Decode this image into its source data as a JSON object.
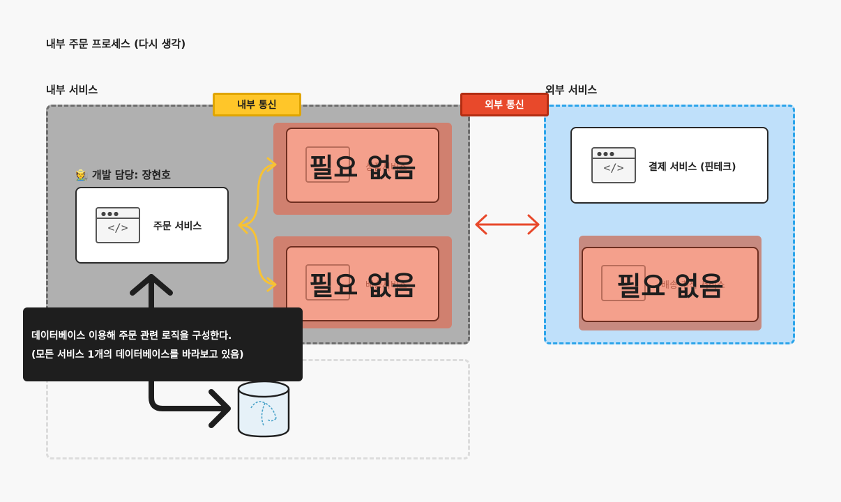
{
  "title": "내부 주문 프로세스 (다시 생각)",
  "internal_section": {
    "label": "내부 서비스",
    "tag": "내부 통신"
  },
  "external_section": {
    "label": "외부 서비스",
    "tag": "외부 통신"
  },
  "developer": {
    "emoji": "🧑‍🌾",
    "label": "개발 담당: 장현호"
  },
  "order_service": {
    "label": "주문 서비스",
    "icon": "code-window-icon"
  },
  "internal_ghost_top": {
    "faded_label": "상품서비스",
    "overlay": "필요 없음"
  },
  "internal_ghost_bottom": {
    "faded_label": "배송서비스",
    "overlay": "필요 없음"
  },
  "payment_service": {
    "label": "결제 서비스 (핀테크)",
    "icon": "code-window-icon"
  },
  "external_ghost": {
    "faded_label": "배송 추적 서비스",
    "overlay": "필요 없음"
  },
  "tooltip": {
    "line1": "데이터베이스 이용해 주문 관련 로직을 구성한다.",
    "line2": "(모든 서비스 1개의 데이터베이스를 바라보고 있음)"
  },
  "database": {
    "icon": "mysql-dolphin-icon"
  },
  "colors": {
    "internal_tag": "#ffc629",
    "external_tag": "#e8492b",
    "external_zone": "#bfe0fa",
    "ghost": "#f4a08c"
  }
}
